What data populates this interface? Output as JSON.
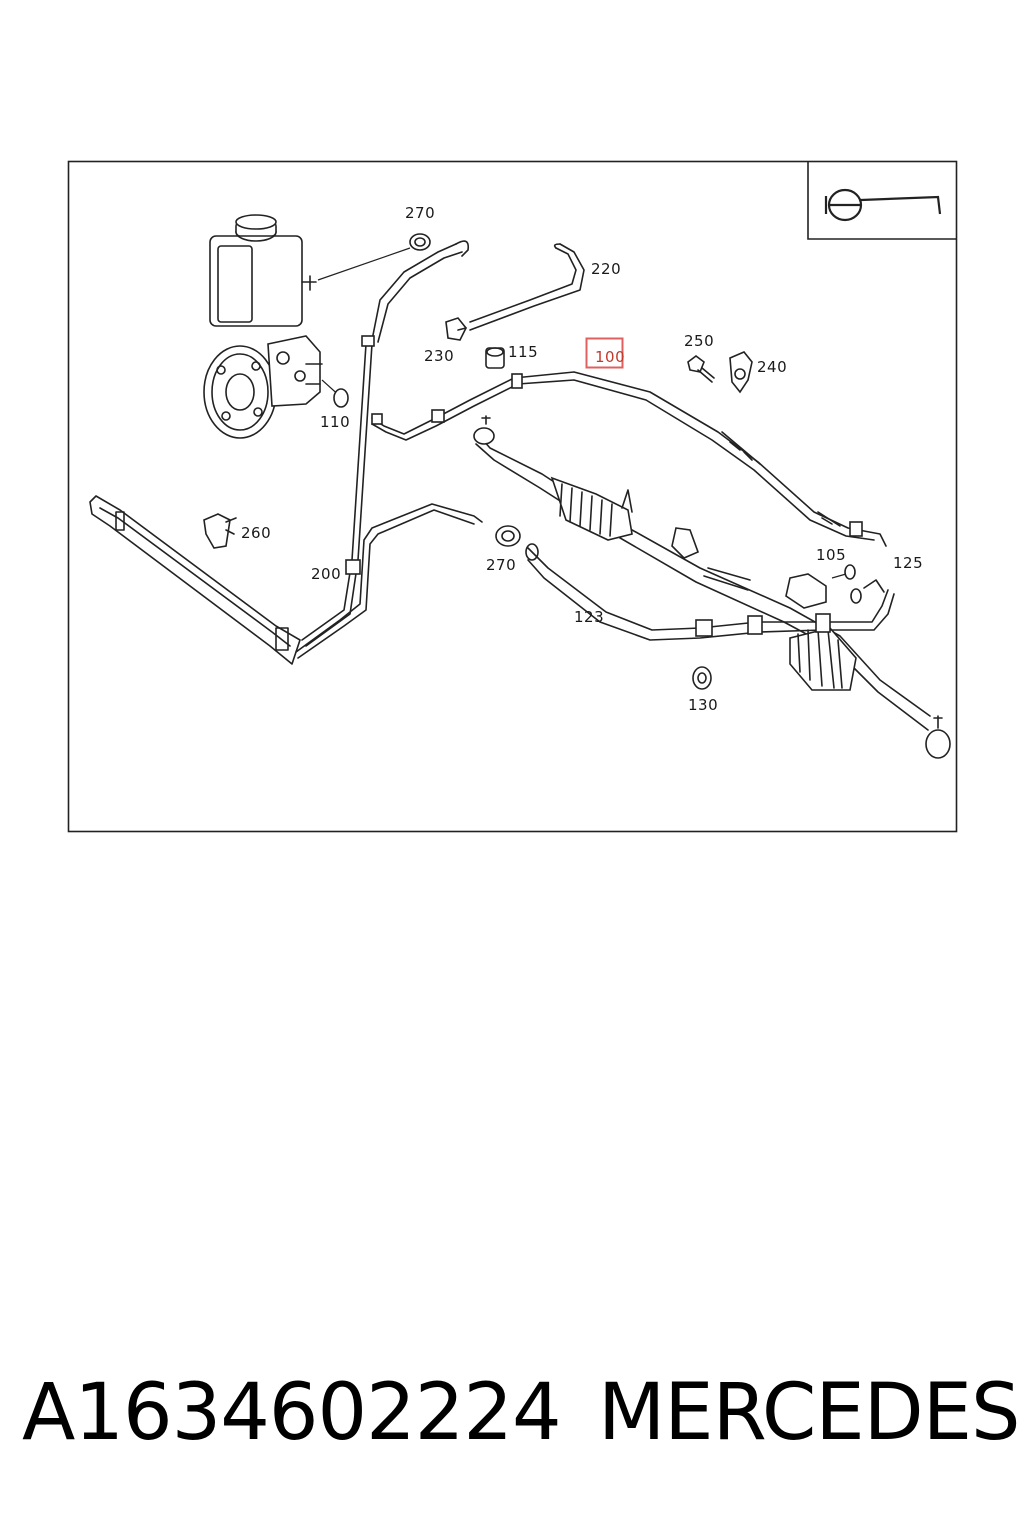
{
  "diagram": {
    "callouts": [
      {
        "id": "c270a",
        "label": "270"
      },
      {
        "id": "c220",
        "label": "220"
      },
      {
        "id": "c230",
        "label": "230"
      },
      {
        "id": "c115",
        "label": "115"
      },
      {
        "id": "c100",
        "label": "100",
        "highlighted": true
      },
      {
        "id": "c250",
        "label": "250"
      },
      {
        "id": "c240",
        "label": "240"
      },
      {
        "id": "c110",
        "label": "110"
      },
      {
        "id": "c260",
        "label": "260"
      },
      {
        "id": "c200",
        "label": "200"
      },
      {
        "id": "c270b",
        "label": "270"
      },
      {
        "id": "c105",
        "label": "105"
      },
      {
        "id": "c125",
        "label": "125"
      },
      {
        "id": "c123",
        "label": "123"
      },
      {
        "id": "c130",
        "label": "130"
      }
    ],
    "inset_icon": "steering-wheel-icon",
    "highlight_color": "#e06060"
  },
  "footer": {
    "part_number": "A1634602224",
    "brand": "MERCEDES"
  }
}
